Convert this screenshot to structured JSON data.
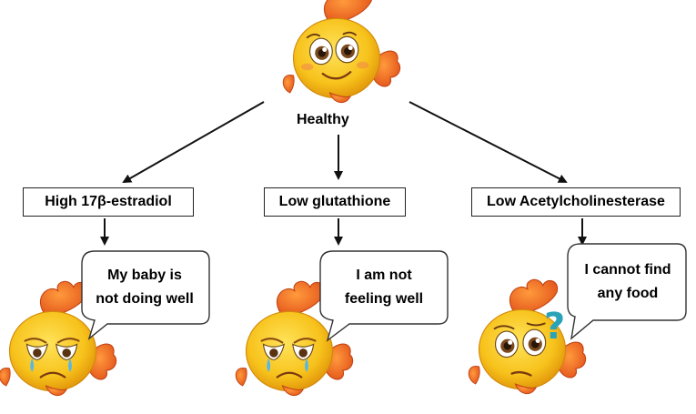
{
  "root": {
    "label": "Healthy",
    "mood": "happy"
  },
  "branches": [
    {
      "label": "High 17β-estradiol",
      "speech": [
        "My baby is",
        "not doing well"
      ],
      "mood": "crying"
    },
    {
      "label": "Low glutathione",
      "speech": [
        "I am not",
        "feeling well"
      ],
      "mood": "crying"
    },
    {
      "label": "Low Acetylcholinesterase",
      "speech": [
        "I cannot find",
        "any food"
      ],
      "mood": "confused"
    }
  ],
  "colors": {
    "fish_body": "#f7c21b",
    "fish_shade": "#e8a10f",
    "fin": "#ef6a1f",
    "fin_dark": "#d9501a",
    "question_mark": "#2aa3b8",
    "tear": "#58b7e6",
    "line": "#111111"
  },
  "icons": [
    "happy-fish-icon",
    "crying-fish-icon",
    "confused-fish-icon",
    "question-mark-icon",
    "tear-icon"
  ]
}
